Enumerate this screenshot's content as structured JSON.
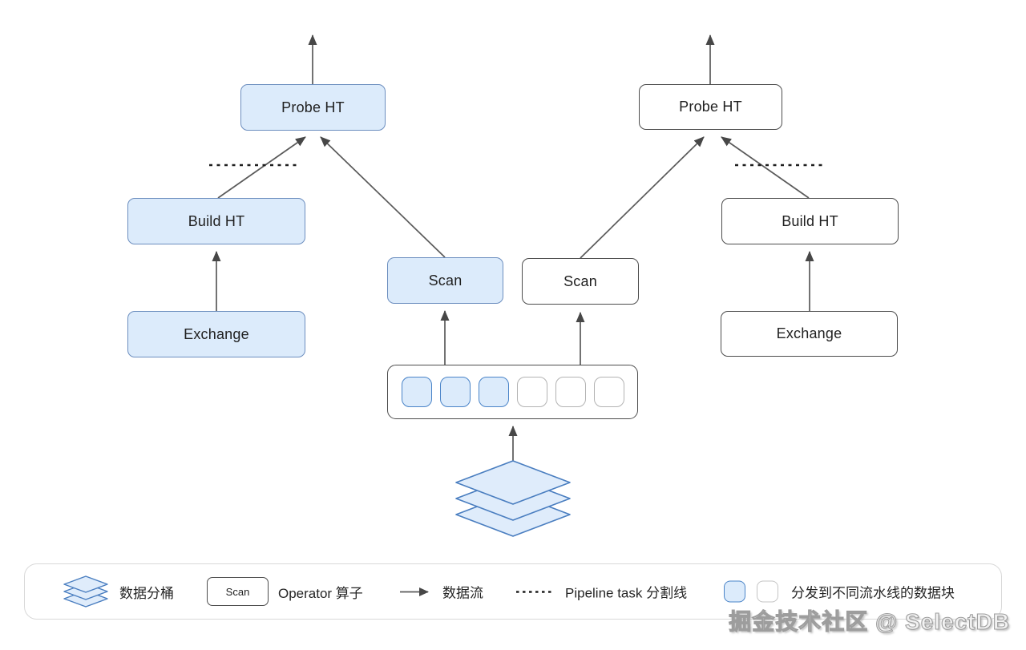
{
  "diagram": {
    "nodes": {
      "probe_left": {
        "label": "Probe HT"
      },
      "probe_right": {
        "label": "Probe HT"
      },
      "build_left": {
        "label": "Build HT"
      },
      "build_right": {
        "label": "Build HT"
      },
      "exchange_left": {
        "label": "Exchange"
      },
      "exchange_right": {
        "label": "Exchange"
      },
      "scan_left": {
        "label": "Scan"
      },
      "scan_right": {
        "label": "Scan"
      }
    },
    "chunks": {
      "filled": 3,
      "empty": 3
    }
  },
  "legend": {
    "items": [
      {
        "icon": "data-bucket-stack-icon",
        "label": "数据分桶"
      },
      {
        "icon": "operator-box-sample",
        "sample": "Scan",
        "label": "Operator 算子"
      },
      {
        "icon": "data-flow-arrow-icon",
        "label": "数据流"
      },
      {
        "icon": "pipeline-dashed-line-icon",
        "label": "Pipeline task 分割线"
      },
      {
        "icon": "chunk-color-samples",
        "label": "分发到不同流水线的数据块"
      }
    ]
  },
  "watermark": "掘金技术社区 @ SelectDB",
  "colors": {
    "node_blue_fill": "#dcebfb",
    "node_blue_stroke": "#6c8ebf",
    "chunk_blue_stroke": "#4a84c8",
    "stack_stroke": "#4a7ec0",
    "dark_stroke": "#4d4d4d",
    "arrow_line": "#5a5a5a",
    "arrow_head": "#474747",
    "dashed_line": "#1f1f1f",
    "legend_border": "#d9d9d9",
    "chunk_empty_stroke": "#b3b3b3"
  }
}
